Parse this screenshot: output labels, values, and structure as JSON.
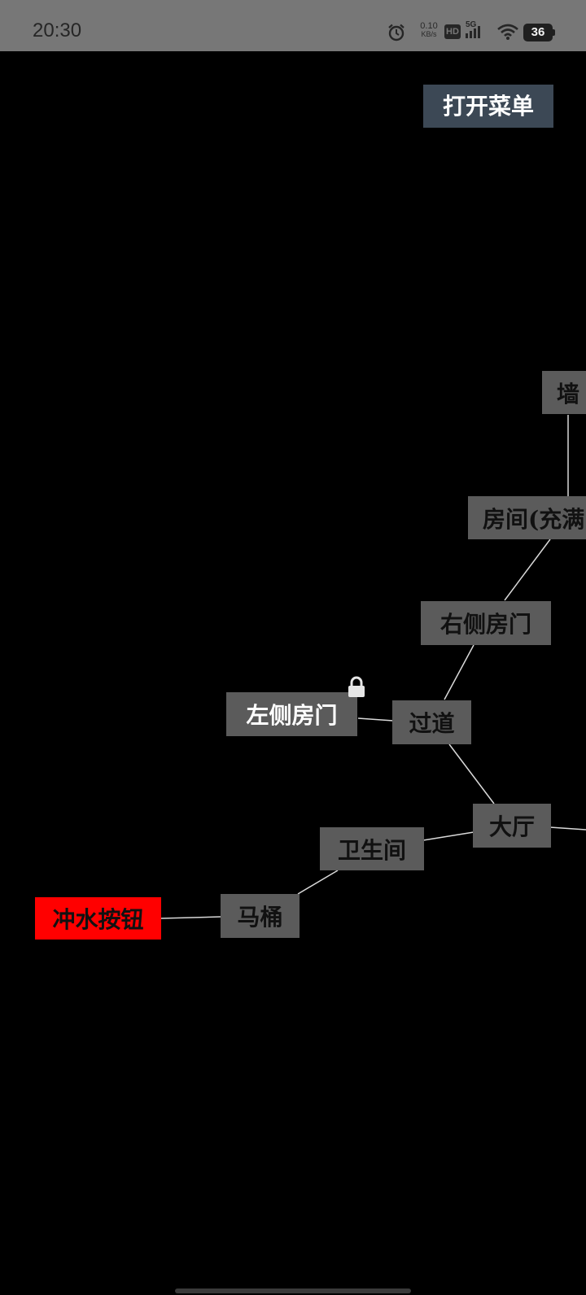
{
  "status_bar": {
    "time": "20:30",
    "net_speed_value": "0.10",
    "net_speed_unit": "KB/s",
    "hd_label": "HD",
    "network_label": "5G",
    "battery": "36",
    "background_color": "#777777"
  },
  "menu_button": {
    "label": "打开菜单",
    "background_color": "#3c4855"
  },
  "map": {
    "node_color": "#5b5b5b",
    "current_node_color": "#ff0000",
    "edge_color": "#d9d9d9",
    "nodes": {
      "wall": {
        "label": "墙"
      },
      "room": {
        "label": "房间(充满"
      },
      "right_door": {
        "label": "右侧房门"
      },
      "left_door": {
        "label": "左侧房门",
        "locked": true
      },
      "corridor": {
        "label": "过道"
      },
      "hall": {
        "label": "大厅"
      },
      "bathroom": {
        "label": "卫生间"
      },
      "toilet": {
        "label": "马桶"
      },
      "flush_button": {
        "label": "冲水按钮",
        "current": true
      }
    },
    "edges": [
      [
        "wall",
        "room"
      ],
      [
        "room",
        "right_door"
      ],
      [
        "right_door",
        "corridor"
      ],
      [
        "left_door",
        "corridor"
      ],
      [
        "corridor",
        "hall"
      ],
      [
        "hall",
        "bathroom"
      ],
      [
        "hall",
        "offscreen_right"
      ],
      [
        "bathroom",
        "toilet"
      ],
      [
        "toilet",
        "flush_button"
      ]
    ]
  }
}
